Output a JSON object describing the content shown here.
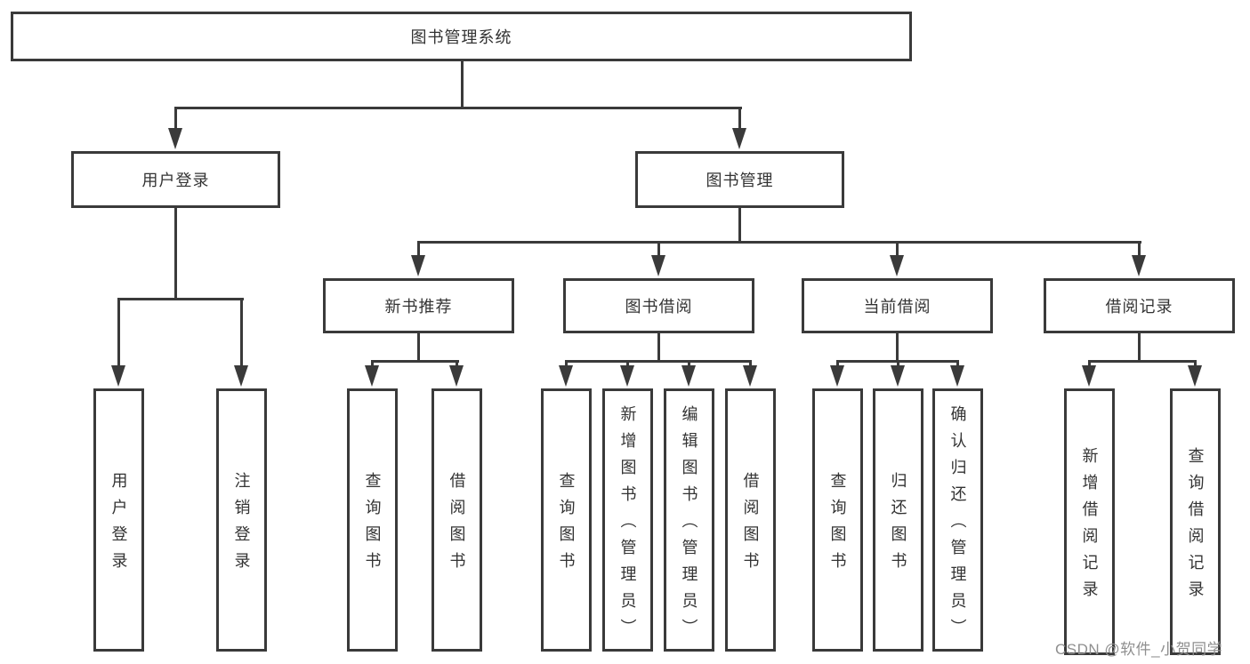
{
  "colors": {
    "line": "#3a3a3a",
    "text": "#333333",
    "box_bg": "#ffffff",
    "watermark": "#8f8f8f",
    "background": "#ffffff"
  },
  "root": {
    "label": "图书管理系统"
  },
  "branches": {
    "user_login": {
      "label": "用户登录",
      "children": [
        {
          "label": "用户登录"
        },
        {
          "label": "注销登录"
        }
      ]
    },
    "book_management": {
      "label": "图书管理",
      "children": [
        {
          "label": "新书推荐",
          "children": [
            {
              "label": "查询图书"
            },
            {
              "label": "借阅图书"
            }
          ]
        },
        {
          "label": "图书借阅",
          "children": [
            {
              "label": "查询图书"
            },
            {
              "label": "新增图书（管理员）"
            },
            {
              "label": "编辑图书（管理员）"
            },
            {
              "label": "借阅图书"
            }
          ]
        },
        {
          "label": "当前借阅",
          "children": [
            {
              "label": "查询图书"
            },
            {
              "label": "归还图书"
            },
            {
              "label": "确认归还（管理员）"
            }
          ]
        },
        {
          "label": "借阅记录",
          "children": [
            {
              "label": "新增借阅记录"
            },
            {
              "label": "查询借阅记录"
            }
          ]
        }
      ]
    }
  },
  "watermark": {
    "text": "CSDN @软件_小贺同学"
  }
}
